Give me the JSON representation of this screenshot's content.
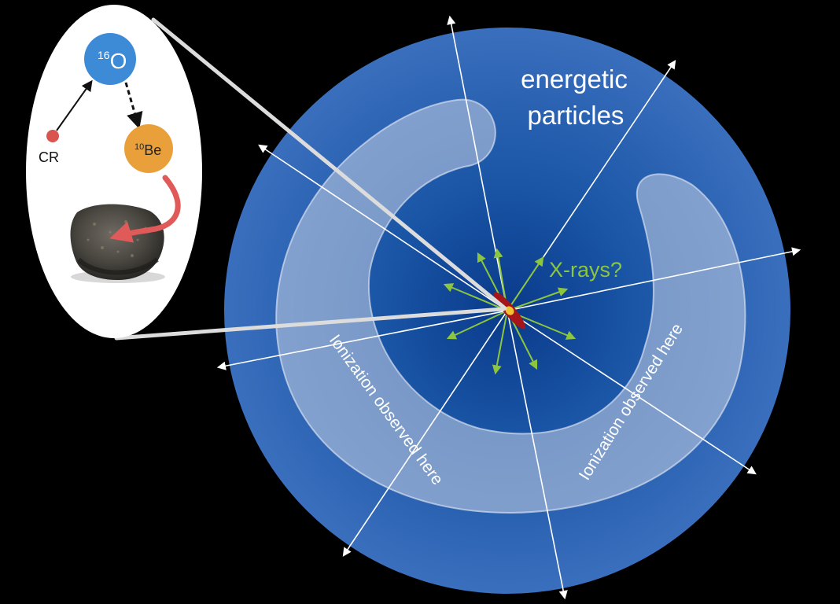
{
  "labels": {
    "energetic_line1": "energetic",
    "energetic_line2": "particles",
    "xrays": "X-rays?",
    "ionization_left": "Ionization observed here",
    "ionization_right": "Ionization observed here"
  },
  "inset": {
    "oxygen_mass": "16",
    "oxygen_symbol": "O",
    "beryllium_mass": "10",
    "beryllium_symbol": "Be",
    "cosmic_ray": "CR"
  },
  "colors": {
    "background": "#000000",
    "cloud_outer": "#2f63b0",
    "cloud_inner": "#0b3f8f",
    "ionization_band": "#a9b6cc",
    "particle_arrows": "#ffffff",
    "xray_arrows": "#8cc63f",
    "xray_text": "#8cc63f",
    "oxygen": "#3d8ad6",
    "beryllium": "#e9a03b",
    "cosmic_ray": "#d9534f",
    "infall_arrow": "#e05a5a",
    "protostar": "#a4161a",
    "inset_bg": "#ffffff"
  },
  "icons": [
    "meteorite-rock-image",
    "protostar-disk-icon"
  ]
}
